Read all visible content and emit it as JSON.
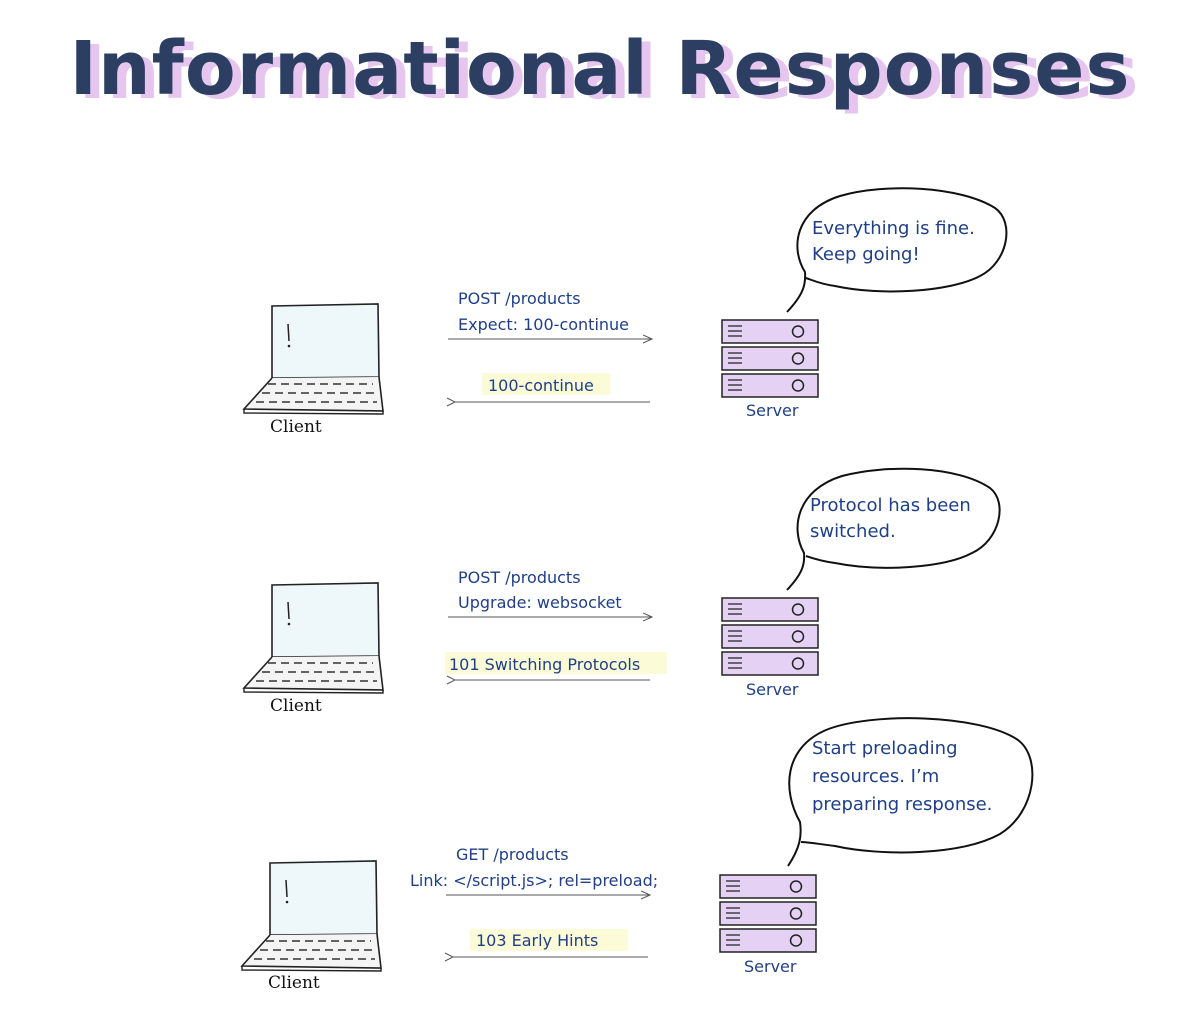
{
  "title": "Informational Responses",
  "colors": {
    "title": "#2c3e62",
    "title_shadow": "#e6c6ee",
    "text": "#1f3f86",
    "server_fill": "#e4d1f4",
    "screen_fill": "#eef8fb",
    "highlight": "#fbfbd8"
  },
  "icons": {
    "client": "laptop-icon",
    "server": "server-stack-icon"
  },
  "rows": [
    {
      "client_label": "Client",
      "server_label": "Server",
      "request_line1": "POST /products",
      "request_line2": "Expect: 100-continue",
      "response": "100-continue",
      "bubble_line1": "Everything is fine.",
      "bubble_line2": "Keep going!",
      "bubble_line3": ""
    },
    {
      "client_label": "Client",
      "server_label": "Server",
      "request_line1": "POST /products",
      "request_line2": "Upgrade: websocket",
      "response": "101 Switching Protocols",
      "bubble_line1": "Protocol has been",
      "bubble_line2": "switched.",
      "bubble_line3": ""
    },
    {
      "client_label": "Client",
      "server_label": "Server",
      "request_line1": "GET /products",
      "request_line2": "Link: </script.js>; rel=preload;",
      "response": "103 Early Hints",
      "bubble_line1": "Start preloading",
      "bubble_line2": "resources. I’m",
      "bubble_line3": "preparing response."
    }
  ]
}
